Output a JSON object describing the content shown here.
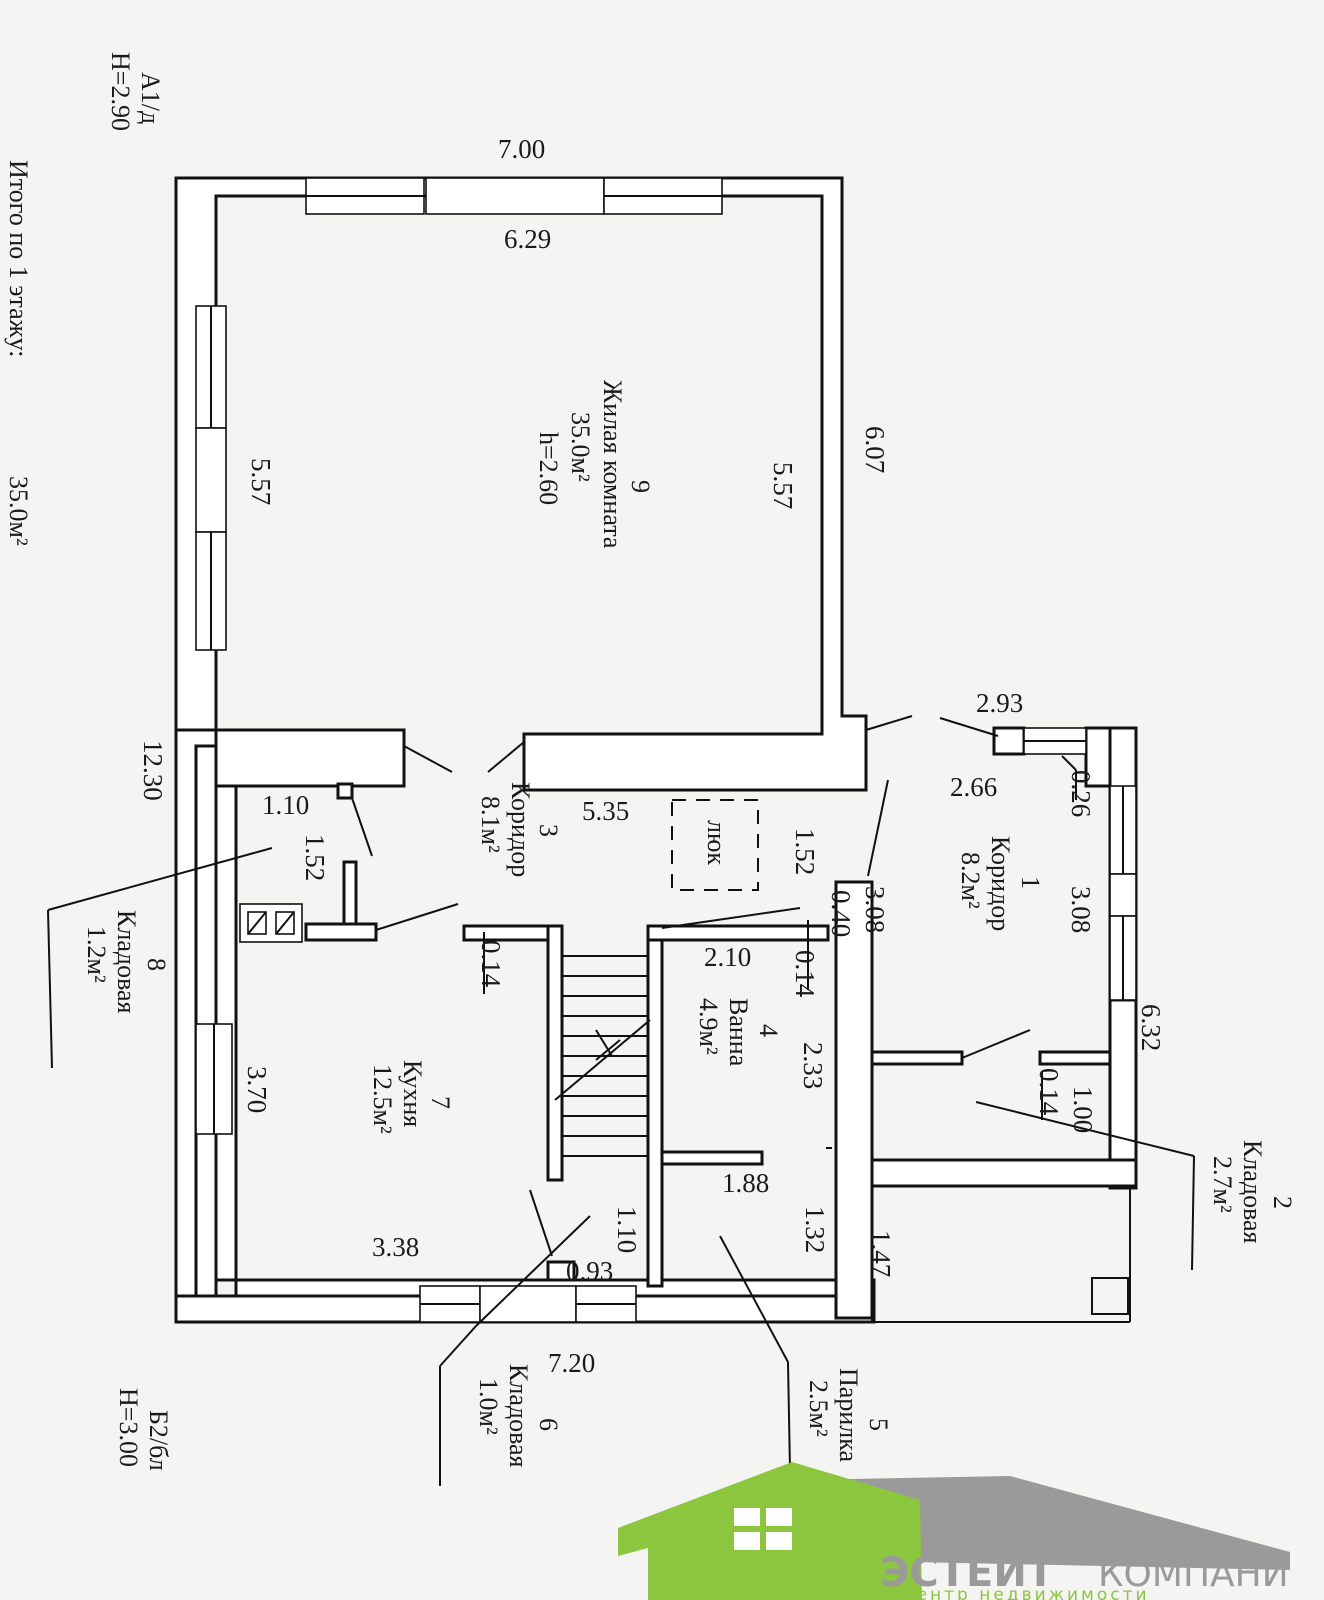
{
  "meta": {
    "top_left_tag": "А1/д",
    "top_left_height": "H=2.90",
    "bottom_left_tag": "Б2/бл",
    "bottom_left_height": "H=3.00",
    "total_label": "Итого по 1 этажу:",
    "total_value": "35.0м²"
  },
  "rooms": {
    "r1": {
      "num": "1",
      "name": "Коридор",
      "area": "8.2м²"
    },
    "r2": {
      "num": "2",
      "name": "Кладовая",
      "area": "2.7м²"
    },
    "r3": {
      "num": "3",
      "name": "Коридор",
      "area": "8.1м²"
    },
    "r4": {
      "num": "4",
      "name": "Ванна",
      "area": "4.9м²"
    },
    "r5": {
      "num": "5",
      "name": "Парилка",
      "area": "2.5м²"
    },
    "r6": {
      "num": "6",
      "name": "Кладовая",
      "area": "1.0м²"
    },
    "r7": {
      "num": "7",
      "name": "Кухня",
      "area": "12.5м²"
    },
    "r8": {
      "num": "8",
      "name": "Кладовая",
      "area": "1.2м²"
    },
    "r9": {
      "num": "9",
      "name": "Жилая комната",
      "area": "35.0м²",
      "height": "h=2.60"
    }
  },
  "hatch_label": "люк",
  "dimensions": {
    "d7_00": "7.00",
    "d6_29": "6.29",
    "d6_07": "6.07",
    "d5_57_left": "5.57",
    "d5_57_right": "5.57",
    "d12_30": "12.30",
    "d1_10_top": "1.10",
    "d1_52_left": "1.52",
    "d5_35": "5.35",
    "d1_52_right": "1.52",
    "d0_14_a": "0.14",
    "d0_40": "0.40",
    "d0_14_b": "0.14",
    "d2_10": "2.10",
    "d3_08_left": "3.08",
    "d3_08_right": "3.08",
    "d2_93": "2.93",
    "d2_66": "2.66",
    "d0_26": "0.26",
    "d6_32": "6.32",
    "d1_00": "1.00",
    "d0_14_c": "0.14",
    "d2_33": "2.33",
    "d1_88": "1.88",
    "d1_32": "1.32",
    "d1_47": "1.47",
    "d3_70": "3.70",
    "d3_38": "3.38",
    "d0_93": "0.93",
    "d1_10_bottom": "1.10",
    "d7_20": "7.20"
  },
  "logo": {
    "brand_main": "ЭСТЕЙТ",
    "brand_rest": "КОМПАНИ",
    "tagline": "центр недвижимости",
    "green": "#8cc63f",
    "gray": "#9a9a9a"
  }
}
